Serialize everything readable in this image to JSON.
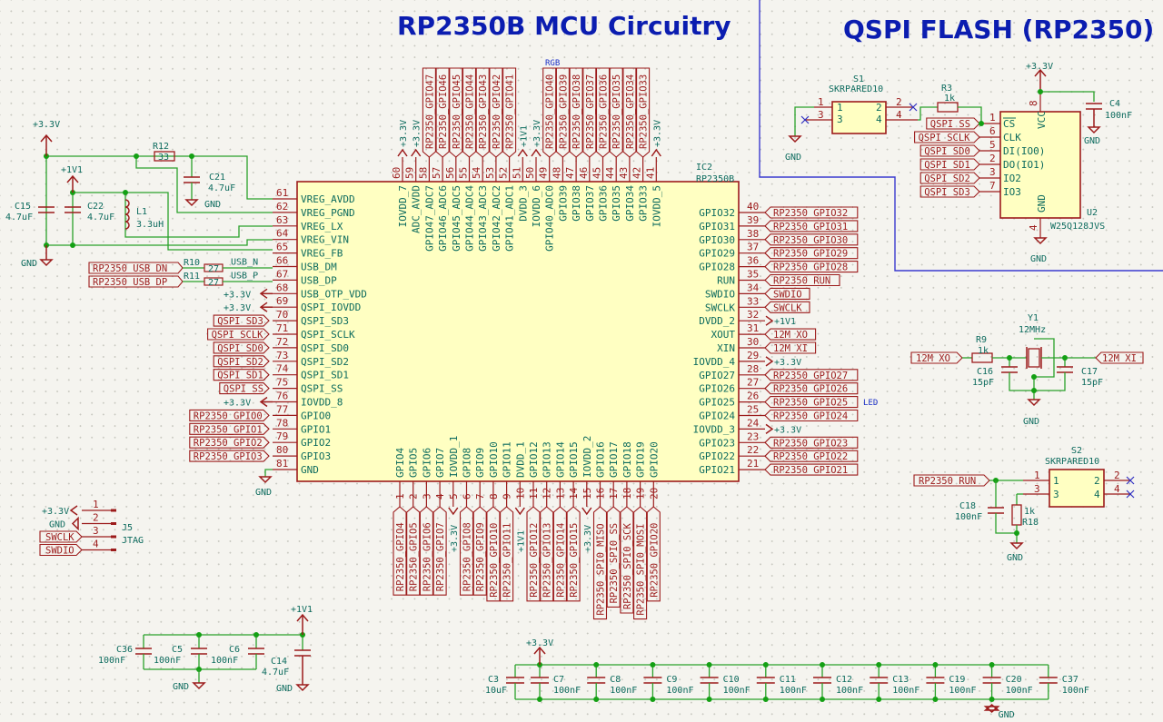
{
  "titles": {
    "mcu": "RP2350B MCU Circuitry",
    "flash": "QSPI FLASH (RP2350)"
  },
  "ic2": {
    "ref": "IC2",
    "value": "RP2350B",
    "left_pins": [
      {
        "num": "61",
        "name": "VREG_AVDD"
      },
      {
        "num": "62",
        "name": "VREG_PGND"
      },
      {
        "num": "63",
        "name": "VREG_LX"
      },
      {
        "num": "64",
        "name": "VREG_VIN"
      },
      {
        "num": "65",
        "name": "VREG_FB"
      },
      {
        "num": "66",
        "name": "USB_DM"
      },
      {
        "num": "67",
        "name": "USB_DP"
      },
      {
        "num": "68",
        "name": "USB_OTP_VDD"
      },
      {
        "num": "69",
        "name": "QSPI_IOVDD"
      },
      {
        "num": "70",
        "name": "QSPI_SD3"
      },
      {
        "num": "71",
        "name": "QSPI_SCLK"
      },
      {
        "num": "72",
        "name": "QSPI_SD0"
      },
      {
        "num": "73",
        "name": "QSPI_SD2"
      },
      {
        "num": "74",
        "name": "QSPI_SD1"
      },
      {
        "num": "75",
        "name": "QSPI_SS"
      },
      {
        "num": "76",
        "name": "IOVDD_8"
      },
      {
        "num": "77",
        "name": "GPIO0"
      },
      {
        "num": "78",
        "name": "GPIO1"
      },
      {
        "num": "79",
        "name": "GPIO2"
      },
      {
        "num": "80",
        "name": "GPIO3"
      },
      {
        "num": "81",
        "name": "GND"
      }
    ],
    "left_nets": [
      "",
      "",
      "",
      "",
      "",
      "USB_N",
      "USB_P",
      "+3.3V",
      "+3.3V",
      "QSPI_SD3",
      "QSPI_SCLK",
      "QSPI_SD0",
      "QSPI_SD2",
      "QSPI_SD1",
      "QSPI_SS",
      "+3.3V",
      "RP2350_GPIO0",
      "RP2350_GPIO1",
      "RP2350_GPIO2",
      "RP2350_GPIO3",
      "GND"
    ],
    "right_pins": [
      {
        "num": "40",
        "name": "GPIO32",
        "net": "RP2350_GPIO32"
      },
      {
        "num": "39",
        "name": "GPIO31",
        "net": "RP2350_GPIO31"
      },
      {
        "num": "38",
        "name": "GPIO30",
        "net": "RP2350_GPIO30"
      },
      {
        "num": "37",
        "name": "GPIO29",
        "net": "RP2350_GPIO29"
      },
      {
        "num": "36",
        "name": "GPIO28",
        "net": "RP2350_GPIO28"
      },
      {
        "num": "35",
        "name": "RUN",
        "net": "RP2350_RUN"
      },
      {
        "num": "34",
        "name": "SWDIO",
        "net": "SWDIO"
      },
      {
        "num": "33",
        "name": "SWCLK",
        "net": "SWCLK"
      },
      {
        "num": "32",
        "name": "DVDD_2",
        "net": "+1V1"
      },
      {
        "num": "31",
        "name": "XOUT",
        "net": "12M_XO"
      },
      {
        "num": "30",
        "name": "XIN",
        "net": "12M_XI"
      },
      {
        "num": "29",
        "name": "IOVDD_4",
        "net": "+3.3V"
      },
      {
        "num": "28",
        "name": "GPIO27",
        "net": "RP2350_GPIO27"
      },
      {
        "num": "27",
        "name": "GPIO26",
        "net": "RP2350_GPIO26"
      },
      {
        "num": "26",
        "name": "GPIO25",
        "net": "RP2350_GPIO25"
      },
      {
        "num": "25",
        "name": "GPIO24",
        "net": "RP2350_GPIO24"
      },
      {
        "num": "24",
        "name": "IOVDD_3",
        "net": "+3.3V"
      },
      {
        "num": "23",
        "name": "GPIO23",
        "net": "RP2350_GPIO23"
      },
      {
        "num": "22",
        "name": "GPIO22",
        "net": "RP2350_GPIO22"
      },
      {
        "num": "21",
        "name": "GPIO21",
        "net": "RP2350_GPIO21"
      }
    ],
    "top_pins": [
      {
        "num": "60",
        "name": "IOVDD_7",
        "net": "+3.3V"
      },
      {
        "num": "59",
        "name": "ADC_AVDD",
        "net": "+3.3V"
      },
      {
        "num": "58",
        "name": "GPIO47_ADC7",
        "net": "RP2350_GPIO47"
      },
      {
        "num": "57",
        "name": "GPIO46_ADC6",
        "net": "RP2350_GPIO46"
      },
      {
        "num": "56",
        "name": "GPIO45_ADC5",
        "net": "RP2350_GPIO45"
      },
      {
        "num": "55",
        "name": "GPIO44_ADC4",
        "net": "RP2350_GPIO44"
      },
      {
        "num": "54",
        "name": "GPIO43_ADC3",
        "net": "RP2350_GPIO43"
      },
      {
        "num": "53",
        "name": "GPIO42_ADC2",
        "net": "RP2350_GPIO42"
      },
      {
        "num": "52",
        "name": "GPIO41_ADC1",
        "net": "RP2350_GPIO41"
      },
      {
        "num": "51",
        "name": "DVDD_3",
        "net": "+1V1"
      },
      {
        "num": "50",
        "name": "IOVDD_6",
        "net": "+3.3V"
      },
      {
        "num": "49",
        "name": "GPIO40_ADC0",
        "net": "RP2350_GPIO40"
      },
      {
        "num": "48",
        "name": "GPIO39",
        "net": "RP2350_GPIO39"
      },
      {
        "num": "47",
        "name": "GPIO38",
        "net": "RP2350_GPIO38"
      },
      {
        "num": "46",
        "name": "GPIO37",
        "net": "RP2350_GPIO37"
      },
      {
        "num": "45",
        "name": "GPIO36",
        "net": "RP2350_GPIO36"
      },
      {
        "num": "44",
        "name": "GPIO35",
        "net": "RP2350_GPIO35"
      },
      {
        "num": "43",
        "name": "GPIO34",
        "net": "RP2350_GPIO34"
      },
      {
        "num": "42",
        "name": "GPIO33",
        "net": "RP2350_GPIO33"
      },
      {
        "num": "41",
        "name": "IOVDD_5",
        "net": "+3.3V"
      }
    ],
    "bottom_pins": [
      {
        "num": "1",
        "name": "GPIO4",
        "net": "RP2350_GPIO4"
      },
      {
        "num": "2",
        "name": "GPIO5",
        "net": "RP2350_GPIO5"
      },
      {
        "num": "3",
        "name": "GPIO6",
        "net": "RP2350_GPIO6"
      },
      {
        "num": "4",
        "name": "GPIO7",
        "net": "RP2350_GPIO7"
      },
      {
        "num": "5",
        "name": "IOVDD_1",
        "net": "+3.3V"
      },
      {
        "num": "6",
        "name": "GPIO8",
        "net": "RP2350_GPIO8"
      },
      {
        "num": "7",
        "name": "GPIO9",
        "net": "RP2350_GPIO9"
      },
      {
        "num": "8",
        "name": "GPIO10",
        "net": "RP2350_GPIO10"
      },
      {
        "num": "9",
        "name": "GPIO11",
        "net": "RP2350_GPIO11"
      },
      {
        "num": "10",
        "name": "DVDD_1",
        "net": "+1V1"
      },
      {
        "num": "11",
        "name": "GPIO12",
        "net": "RP2350_GPIO12"
      },
      {
        "num": "12",
        "name": "GPIO13",
        "net": "RP2350_GPIO13"
      },
      {
        "num": "13",
        "name": "GPIO14",
        "net": "RP2350_GPIO14"
      },
      {
        "num": "14",
        "name": "GPIO15",
        "net": "RP2350_GPIO15"
      },
      {
        "num": "15",
        "name": "IOVDD_2",
        "net": "+3.3V"
      },
      {
        "num": "16",
        "name": "GPIO16",
        "net": "RP2350_SPI0_MISO"
      },
      {
        "num": "17",
        "name": "GPIO17",
        "net": "RP2350_SPI0_SS"
      },
      {
        "num": "18",
        "name": "GPIO18",
        "net": "RP2350_SPI0_SCK"
      },
      {
        "num": "19",
        "name": "GPIO19",
        "net": "RP2350_SPI0_MOSI"
      },
      {
        "num": "20",
        "name": "GPIO20",
        "net": "RP2350_GPIO20"
      }
    ],
    "notes": {
      "rgb": "RGB",
      "led": "LED"
    }
  },
  "regulator": {
    "pwr_33": "+3.3V",
    "pwr_11": "+1V1",
    "gnd": "GND",
    "r12": {
      "ref": "R12",
      "value": "33"
    },
    "c21": {
      "ref": "C21",
      "value": "4.7uF"
    },
    "c15": {
      "ref": "C15",
      "value": "4.7uF"
    },
    "c22": {
      "ref": "C22",
      "value": "4.7uF"
    },
    "l1": {
      "ref": "L1",
      "value": "3.3uH"
    }
  },
  "usb": {
    "r10": {
      "ref": "R10",
      "value": "27"
    },
    "r11": {
      "ref": "R11",
      "value": "27"
    },
    "dn_label": "RP2350_USB_DN",
    "dp_label": "RP2350_USB_DP"
  },
  "jtag": {
    "ref": "J5",
    "value": "JTAG",
    "pins": [
      {
        "num": "1",
        "net": "+3.3V"
      },
      {
        "num": "2",
        "net": "GND"
      },
      {
        "num": "3",
        "net": "SWCLK"
      },
      {
        "num": "4",
        "net": "SWDIO"
      }
    ]
  },
  "decoupling_11": {
    "pwr": "+1V1",
    "gnd": "GND",
    "caps": [
      {
        "ref": "C36",
        "value": "100nF"
      },
      {
        "ref": "C5",
        "value": "100nF"
      },
      {
        "ref": "C6",
        "value": "100nF"
      },
      {
        "ref": "C14",
        "value": "4.7uF"
      }
    ]
  },
  "decoupling_33": {
    "pwr": "+3.3V",
    "gnd": "GND",
    "caps": [
      {
        "ref": "C3",
        "value": "10uF"
      },
      {
        "ref": "C7",
        "value": "100nF"
      },
      {
        "ref": "C8",
        "value": "100nF"
      },
      {
        "ref": "C9",
        "value": "100nF"
      },
      {
        "ref": "C10",
        "value": "100nF"
      },
      {
        "ref": "C11",
        "value": "100nF"
      },
      {
        "ref": "C12",
        "value": "100nF"
      },
      {
        "ref": "C13",
        "value": "100nF"
      },
      {
        "ref": "C19",
        "value": "100nF"
      },
      {
        "ref": "C20",
        "value": "100nF"
      },
      {
        "ref": "C37",
        "value": "100nF"
      }
    ]
  },
  "flash": {
    "u2": {
      "ref": "U2",
      "value": "W25Q128JVS",
      "pins": [
        {
          "num": "1",
          "name": "CS",
          "net": "QSPI_SS"
        },
        {
          "num": "6",
          "name": "CLK",
          "net": "QSPI_SCLK"
        },
        {
          "num": "5",
          "name": "DI(IO0)",
          "net": "QSPI_SD0"
        },
        {
          "num": "2",
          "name": "DO(IO1)",
          "net": "QSPI_SD1"
        },
        {
          "num": "3",
          "name": "IO2",
          "net": "QSPI_SD2"
        },
        {
          "num": "7",
          "name": "IO3",
          "net": "QSPI_SD3"
        }
      ],
      "vcc": {
        "num": "8",
        "name": "VCC"
      },
      "gnd": {
        "num": "4",
        "name": "GND"
      }
    },
    "s1": {
      "ref": "S1",
      "value": "SKRPARED10",
      "pins": [
        "1",
        "3",
        "2",
        "4"
      ]
    },
    "r3": {
      "ref": "R3",
      "value": "1k"
    },
    "c4": {
      "ref": "C4",
      "value": "100nF"
    },
    "pwr": "+3.3V",
    "gnd": "GND"
  },
  "crystal": {
    "y1": {
      "ref": "Y1",
      "value": "12MHz"
    },
    "r9": {
      "ref": "R9",
      "value": "1k"
    },
    "c16": {
      "ref": "C16",
      "value": "15pF"
    },
    "c17": {
      "ref": "C17",
      "value": "15pF"
    },
    "xo": "12M_XO",
    "xi": "12M_XI",
    "gnd": "GND"
  },
  "reset": {
    "s2": {
      "ref": "S2",
      "value": "SKRPARED10",
      "pins": [
        "1",
        "3",
        "2",
        "4"
      ]
    },
    "c18": {
      "ref": "C18",
      "value": "100nF"
    },
    "r18": {
      "ref": "R18",
      "value": "1k"
    },
    "run": "RP2350_RUN",
    "gnd": "GND"
  }
}
